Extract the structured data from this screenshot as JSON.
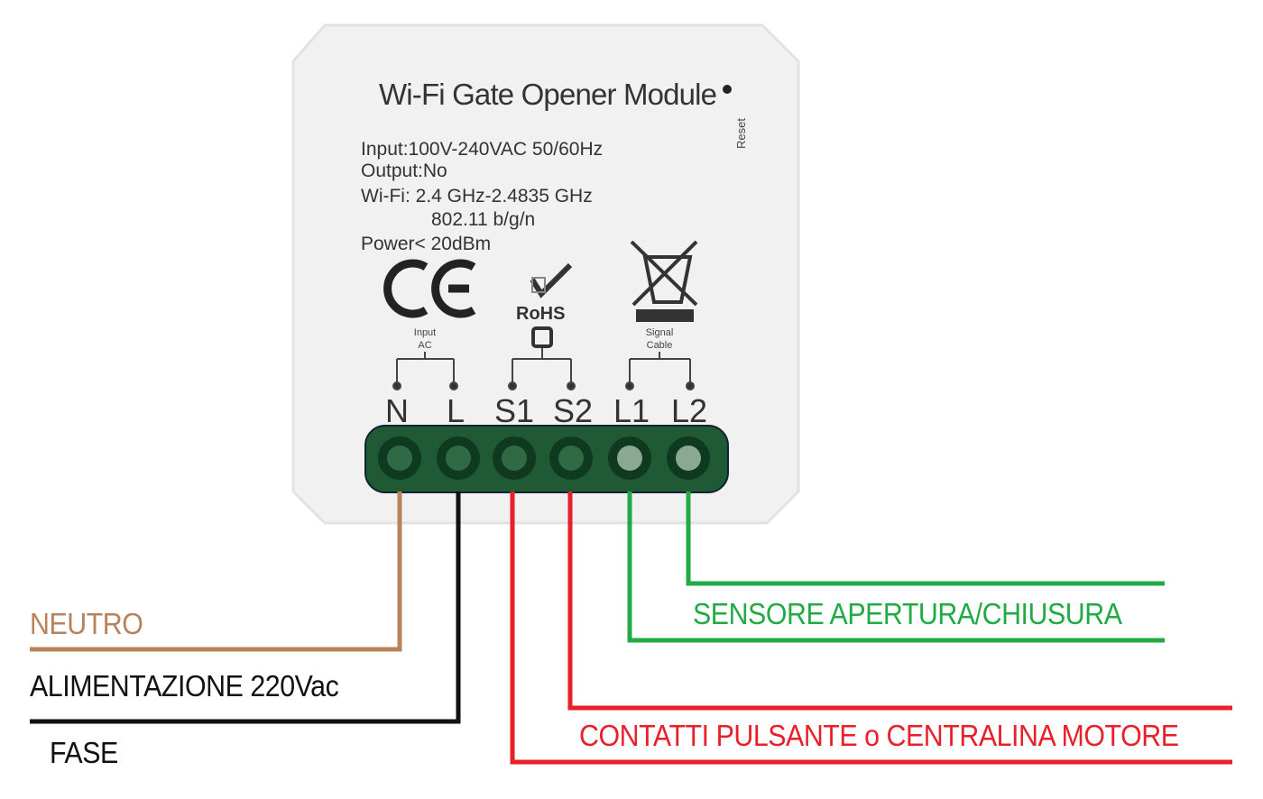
{
  "module": {
    "title": "Wi-Fi Gate Opener Module",
    "reset_label": "Reset",
    "specs": [
      "Input:100V-240VAC 50/60Hz",
      "Output:No",
      "Wi-Fi: 2.4 GHz-2.4835 GHz",
      "802.11 b/g/n",
      "Power< 20dBm"
    ],
    "ce_mark": "CE",
    "rohs_label": "RoHS",
    "group_input": [
      "Input",
      "AC"
    ],
    "group_signal": [
      "Signal",
      "Cable"
    ],
    "terminals": [
      "N",
      "L",
      "S1",
      "S2",
      "L1",
      "L2"
    ]
  },
  "labels": {
    "neutro": "NEUTRO",
    "alimentazione": "ALIMENTAZIONE 220Vac",
    "fase": "FASE",
    "sensore": "SENSORE APERTURA/CHIUSURA",
    "contatti": "CONTATTI PULSANTE o CENTRALINA MOTORE"
  },
  "colors": {
    "neutral": "#b8825a",
    "phase": "#111111",
    "contacts": "#e8202a",
    "sensor": "#22aa44",
    "terminal_block": "#1f5a34"
  }
}
